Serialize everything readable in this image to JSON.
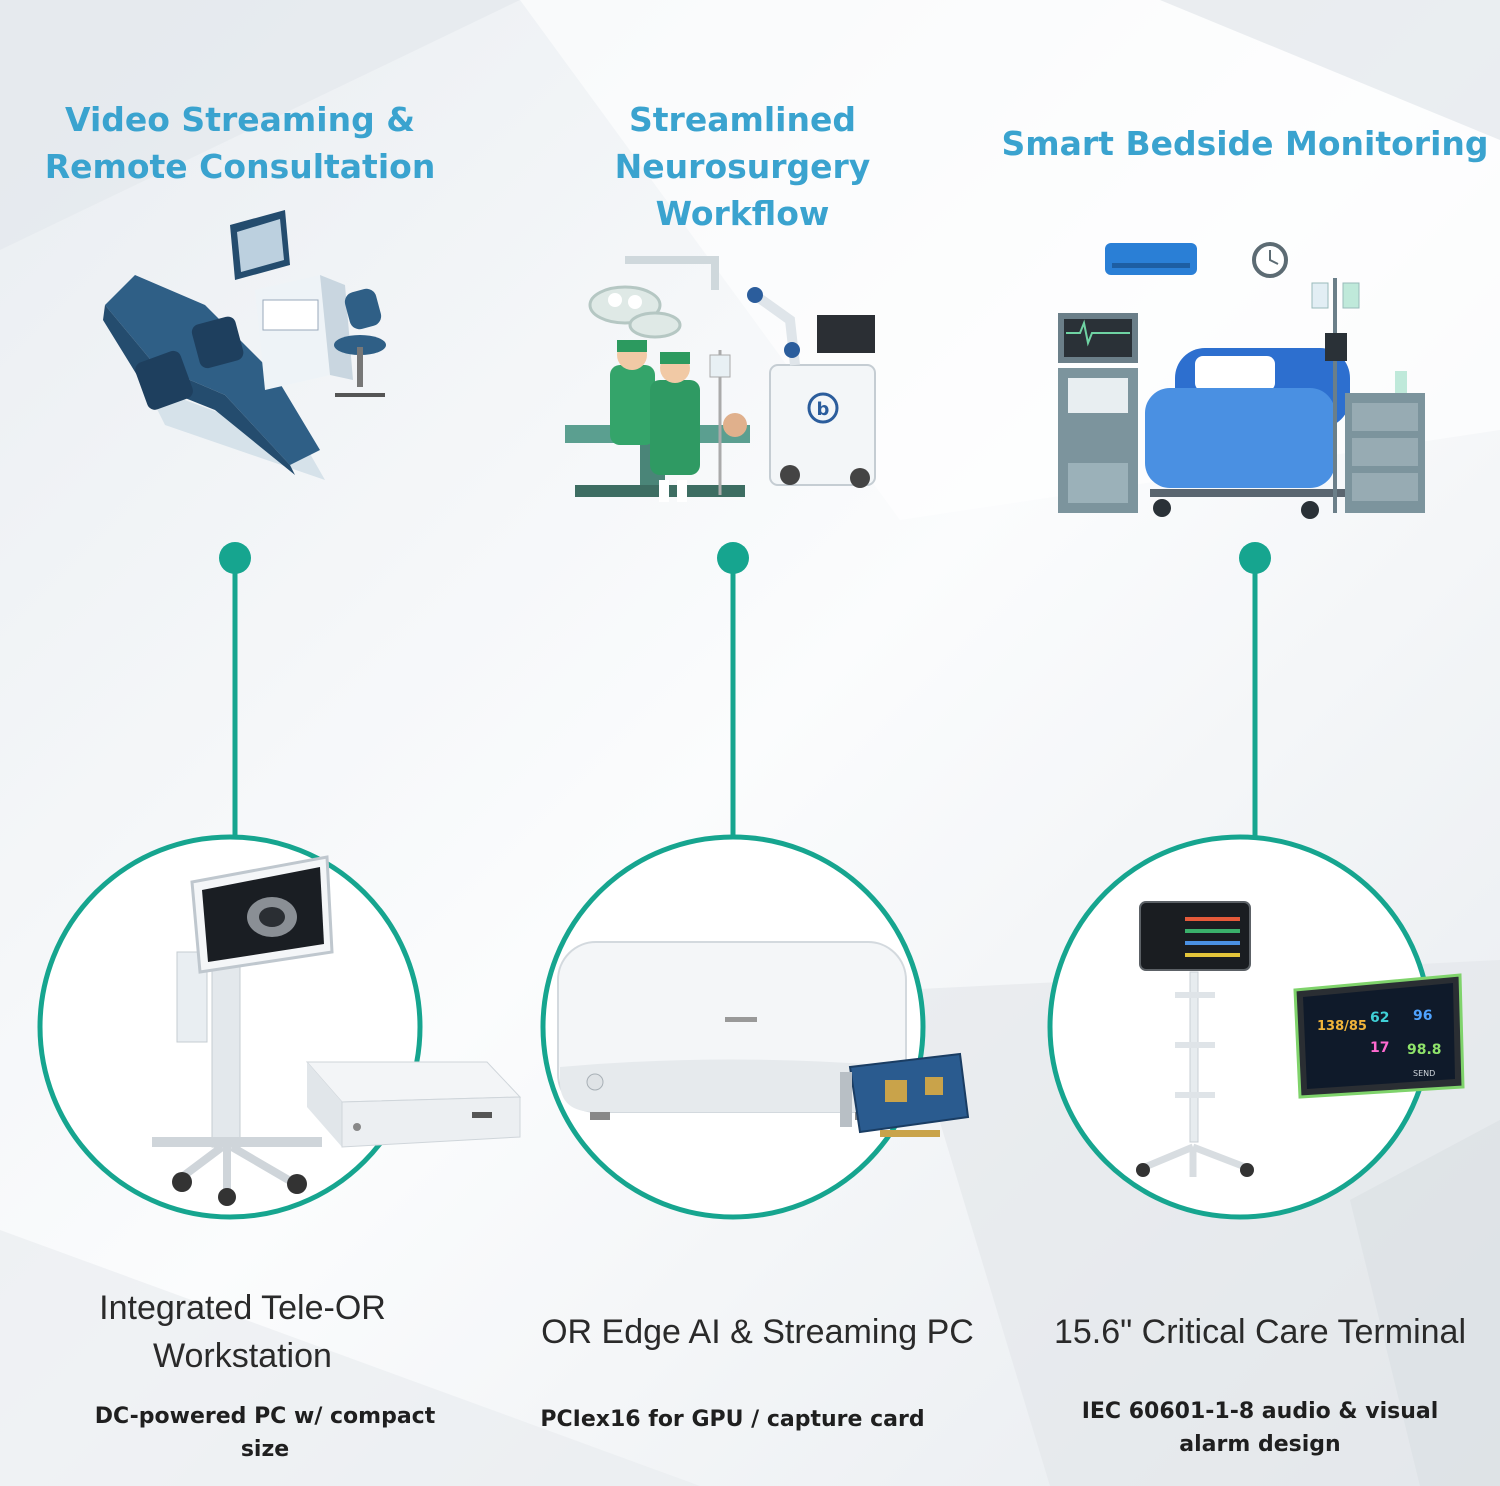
{
  "colors": {
    "accent": "#16a58f",
    "title": "#3aa3cf",
    "text": "#2a2a2a"
  },
  "columns": [
    {
      "heading": "Video Streaming & Remote Consultation",
      "heading_lines": [
        "Video Streaming &",
        "Remote Consultation"
      ],
      "scene_icon": "dental-chair-workstation-icon",
      "product_icon": "tele-or-workstation-icon",
      "product_name_lines": [
        "Integrated Tele-OR",
        "Workstation"
      ],
      "feature_lines": [
        "DC-powered PC w/ compact",
        "size"
      ]
    },
    {
      "heading": "Streamlined Neurosurgery Workflow",
      "heading_lines": [
        "Streamlined Neurosurgery",
        "Workflow"
      ],
      "scene_icon": "operating-room-icon",
      "product_icon": "edge-ai-pc-icon",
      "product_name_lines": [
        "OR Edge AI & Streaming PC"
      ],
      "feature_lines": [
        "PCIex16 for GPU / capture card"
      ]
    },
    {
      "heading": "Smart Bedside Monitoring",
      "heading_lines": [
        "Smart Bedside Monitoring"
      ],
      "scene_icon": "hospital-bed-icon",
      "product_icon": "critical-care-terminal-icon",
      "product_name_lines": [
        "15.6\" Critical Care Terminal"
      ],
      "feature_lines": [
        "IEC 60601-1-8 audio & visual",
        "alarm design"
      ]
    }
  ],
  "monitor_readouts": {
    "bp": "138/85",
    "hr": "62",
    "spo2": "96",
    "rr": "17",
    "temp": "98.8",
    "button": "SEND"
  },
  "brand_mark": "b"
}
